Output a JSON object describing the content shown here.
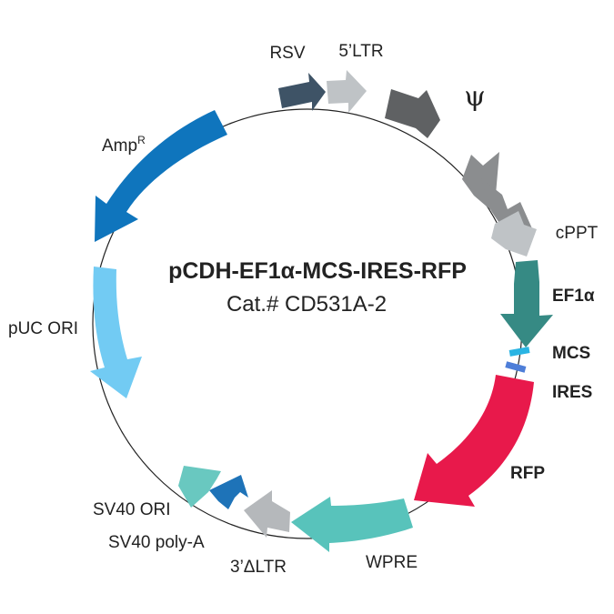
{
  "plasmid": {
    "name": "pCDH-EF1α-MCS-IRES-RFP",
    "catalog": "Cat.# CD531A-2"
  },
  "features": [
    {
      "key": "rsv",
      "label": "RSV",
      "color": "#3e5366"
    },
    {
      "key": "ltr5",
      "label": "5’LTR",
      "color": "#bfc3c6"
    },
    {
      "key": "psi",
      "label": "ψ",
      "color": "#5f6163"
    },
    {
      "key": "rre",
      "label": "",
      "color": "#8b8d8f"
    },
    {
      "key": "cppt",
      "label": "cPPT",
      "color": "#bfc3c6"
    },
    {
      "key": "ef1a",
      "label": "EF1α",
      "color": "#368a84"
    },
    {
      "key": "mcs",
      "label": "MCS",
      "color": "#29b4e3"
    },
    {
      "key": "ires",
      "label": "IRES",
      "color": "#4e7ed8"
    },
    {
      "key": "rfp",
      "label": "RFP",
      "color": "#e8194b"
    },
    {
      "key": "wpre",
      "label": "WPRE",
      "color": "#58c3bb"
    },
    {
      "key": "ltr3",
      "label": "3’ΔLTR",
      "color": "#b5b8bb"
    },
    {
      "key": "sv40pa",
      "label": "SV40 poly-A",
      "color": "#1e73b8"
    },
    {
      "key": "sv40ori",
      "label": "SV40 ORI",
      "color": "#69c8c0"
    },
    {
      "key": "puc",
      "label": "pUC ORI",
      "color": "#72cbf3"
    },
    {
      "key": "amp",
      "label": "Amp",
      "label_sup": "R",
      "color": "#0f75bd"
    }
  ]
}
